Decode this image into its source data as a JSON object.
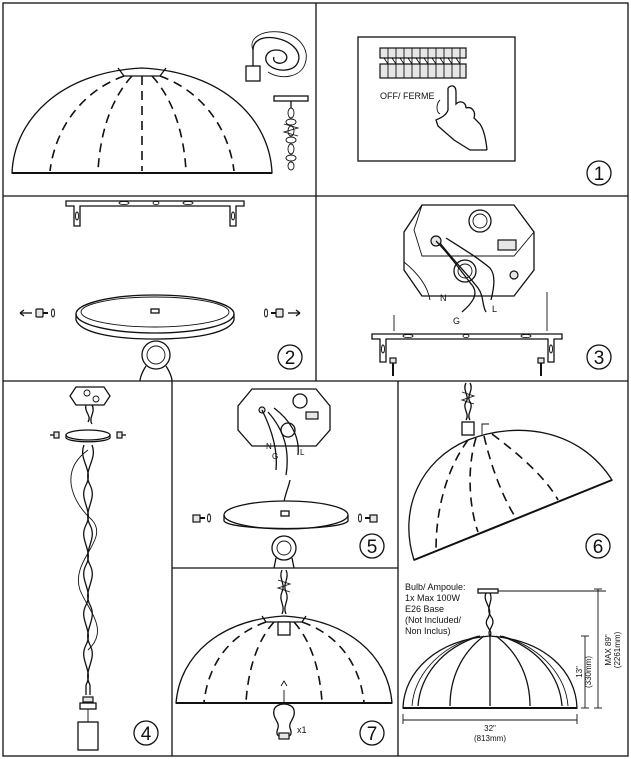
{
  "steps": [
    "1",
    "2",
    "3",
    "4",
    "5",
    "6",
    "7"
  ],
  "switch_label": "OFF/ FERME",
  "wires": {
    "neutral": "N",
    "ground": "G",
    "live": "L"
  },
  "bulb_count": "x1",
  "specs": {
    "line1": "Bulb/ Ampoule:",
    "line2": "1x Max 100W",
    "line3": "E26 Base",
    "line4": "(Not Included/",
    "line5": "Non Inclus)"
  },
  "dimensions": {
    "height_in": "13\"",
    "height_mm": "(330mm)",
    "max_in": "MAX 89\"",
    "max_mm": "(2261mm)",
    "width_in": "32\"",
    "width_mm": "(813mm)"
  }
}
